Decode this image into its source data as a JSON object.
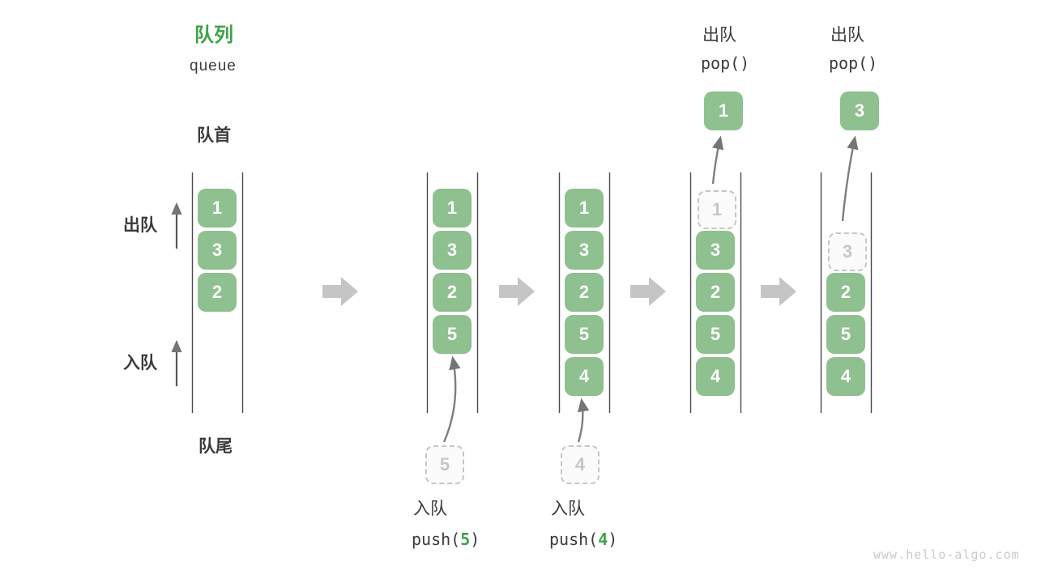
{
  "header": {
    "title_zh": "队列",
    "title_en": "queue"
  },
  "side_labels": {
    "front": "队首",
    "rear": "队尾",
    "dequeue": "出队",
    "enqueue": "入队"
  },
  "watermark": "www.hello-algo.com",
  "colors": {
    "box_green": "#8FC08F",
    "title_green": "#3DA348",
    "code_arg_green": "#3DA348",
    "dashed_gray": "#C6C6C6",
    "text_dark": "#3B3B3B",
    "block_arrow_gray": "#C5C5C5",
    "column_line_gray": "#4A4A4A",
    "watermark_gray": "#C9C9C9"
  },
  "queue_states": [
    {
      "boxes": [
        "1",
        "3",
        "2"
      ]
    },
    {
      "boxes": [
        "1",
        "3",
        "2",
        "5"
      ],
      "pending": "5",
      "op_action": "入队",
      "op_code_pre": "push(",
      "op_code_arg": "5",
      "op_code_post": ")"
    },
    {
      "boxes": [
        "1",
        "3",
        "2",
        "5",
        "4"
      ],
      "pending": "4",
      "op_action": "入队",
      "op_code_pre": "push(",
      "op_code_arg": "4",
      "op_code_post": ")"
    },
    {
      "boxes": [
        "3",
        "2",
        "5",
        "4"
      ],
      "removed": "1",
      "popped": "1",
      "op_action": "出队",
      "op_code": "pop()"
    },
    {
      "boxes": [
        "2",
        "5",
        "4"
      ],
      "removed": "3",
      "popped": "3",
      "op_action": "出队",
      "op_code": "pop()"
    }
  ]
}
